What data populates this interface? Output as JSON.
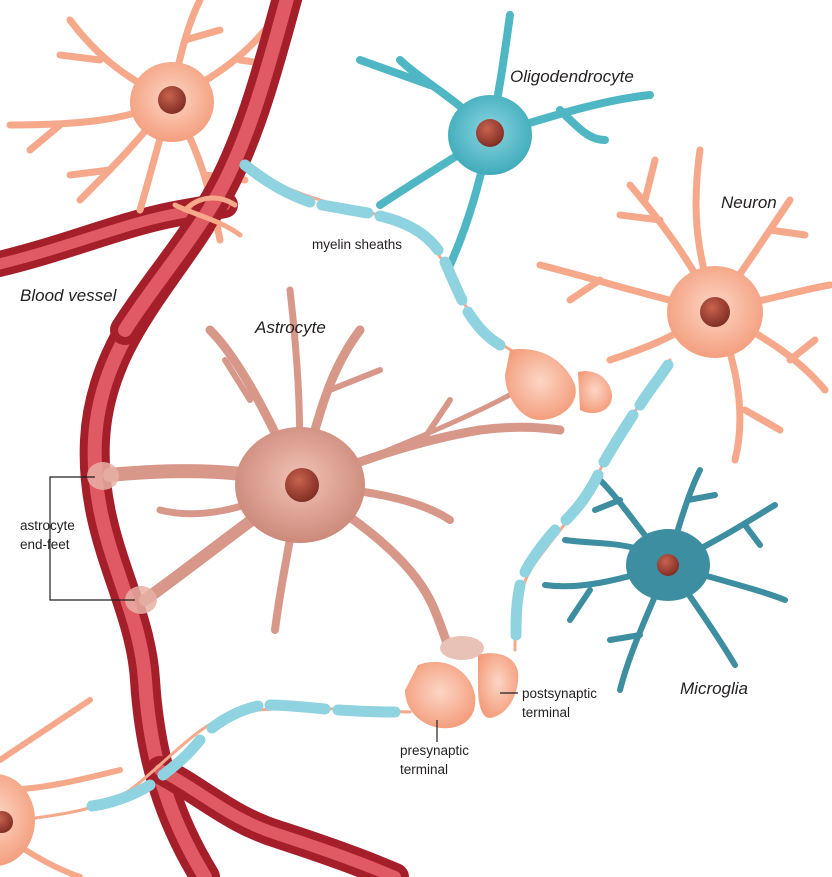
{
  "labels": {
    "oligodendrocyte": "Oligodendrocyte",
    "neuron": "Neuron",
    "myelin_sheaths": "myelin sheaths",
    "blood_vessel": "Blood vessel",
    "astrocyte": "Astrocyte",
    "astrocyte_end_feet_line1": "astrocyte",
    "astrocyte_end_feet_line2": "end-feet",
    "microglia": "Microglia",
    "postsynaptic_line1": "postsynaptic",
    "postsynaptic_line2": "terminal",
    "presynaptic_line1": "presynaptic",
    "presynaptic_line2": "terminal"
  },
  "colors": {
    "vessel": "#c8323c",
    "vessel_light": "#e8606a",
    "neuron": "#f6a98a",
    "neuron_light": "#fbd2c0",
    "nucleus": "#9b3b2e",
    "oligodendrocyte": "#4fb6c4",
    "astrocyte": "#d7988a",
    "microglia": "#3d8ea0",
    "myelin": "#8fd3e0",
    "leader_line": "#231f20"
  }
}
